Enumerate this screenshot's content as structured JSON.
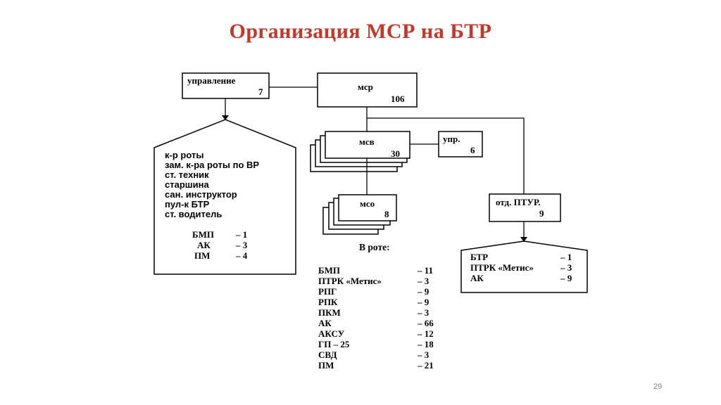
{
  "title": "Организация  МСР  на  БТР",
  "boxes": {
    "upravlenie": {
      "label": "управление",
      "count": "7"
    },
    "msr": {
      "label": "мср",
      "count": "106"
    },
    "msv": {
      "label": "мсв",
      "count": "30"
    },
    "upr": {
      "label": "упр.",
      "count": "6"
    },
    "mso": {
      "label": "мсо",
      "count": "8"
    },
    "otd_ptur": {
      "label": "отд. ПТУР.",
      "count": "9"
    }
  },
  "staff": {
    "roles": [
      "к-р роты",
      "зам. к-ра роты по ВР",
      "ст. техник",
      "старшина",
      "сан. инструктор",
      "пул-к БТР",
      "ст. водитель"
    ],
    "equipment": [
      {
        "name": "БМП",
        "value": "– 1"
      },
      {
        "name": "АК",
        "value": "– 3"
      },
      {
        "name": "ПМ",
        "value": "– 4"
      }
    ]
  },
  "company": {
    "heading": "В роте:",
    "items": [
      {
        "name": "БМП",
        "value": "– 11"
      },
      {
        "name": "ПТРК «Метис»",
        "value": "– 3"
      },
      {
        "name": "РПГ",
        "value": "– 9"
      },
      {
        "name": "РПК",
        "value": "– 9"
      },
      {
        "name": "ПКМ",
        "value": "– 3"
      },
      {
        "name": "АК",
        "value": "– 66"
      },
      {
        "name": "АКСУ",
        "value": "– 12"
      },
      {
        "name": "ГП – 25",
        "value": "– 18"
      },
      {
        "name": "СВД",
        "value": "– 3"
      },
      {
        "name": "ПМ",
        "value": "– 21"
      }
    ]
  },
  "ptur_equipment": [
    {
      "name": "БТР",
      "value": "– 1"
    },
    {
      "name": "ПТРК «Метис»",
      "value": "– 3"
    },
    {
      "name": "АК",
      "value": "– 9"
    }
  ],
  "page_number": "29"
}
